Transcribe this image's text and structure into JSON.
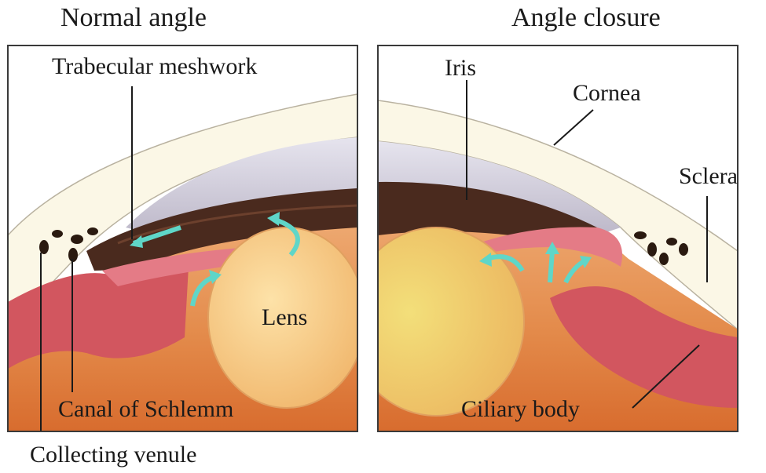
{
  "titles": {
    "left": "Normal angle",
    "right": "Angle closure"
  },
  "labels": {
    "trabecular_meshwork": "Trabecular meshwork",
    "lens": "Lens",
    "canal_of_schlemm": "Canal of Schlemm",
    "collecting_venule": "Collecting venule",
    "iris": "Iris",
    "cornea": "Cornea",
    "sclera": "Sclera",
    "ciliary_body": "Ciliary body"
  },
  "colors": {
    "panel_border": "#3a3a3a",
    "sclera": "#fbf7e6",
    "cornea_chamber": "#cfcbd6",
    "iris": "#4a2a1e",
    "lens": "#f3c27e",
    "ciliary_muscle": "#d2565f",
    "tissue_pink": "#e47b86",
    "flow_arrow": "#5fd6c8",
    "background_tissue": "#e0833f"
  }
}
